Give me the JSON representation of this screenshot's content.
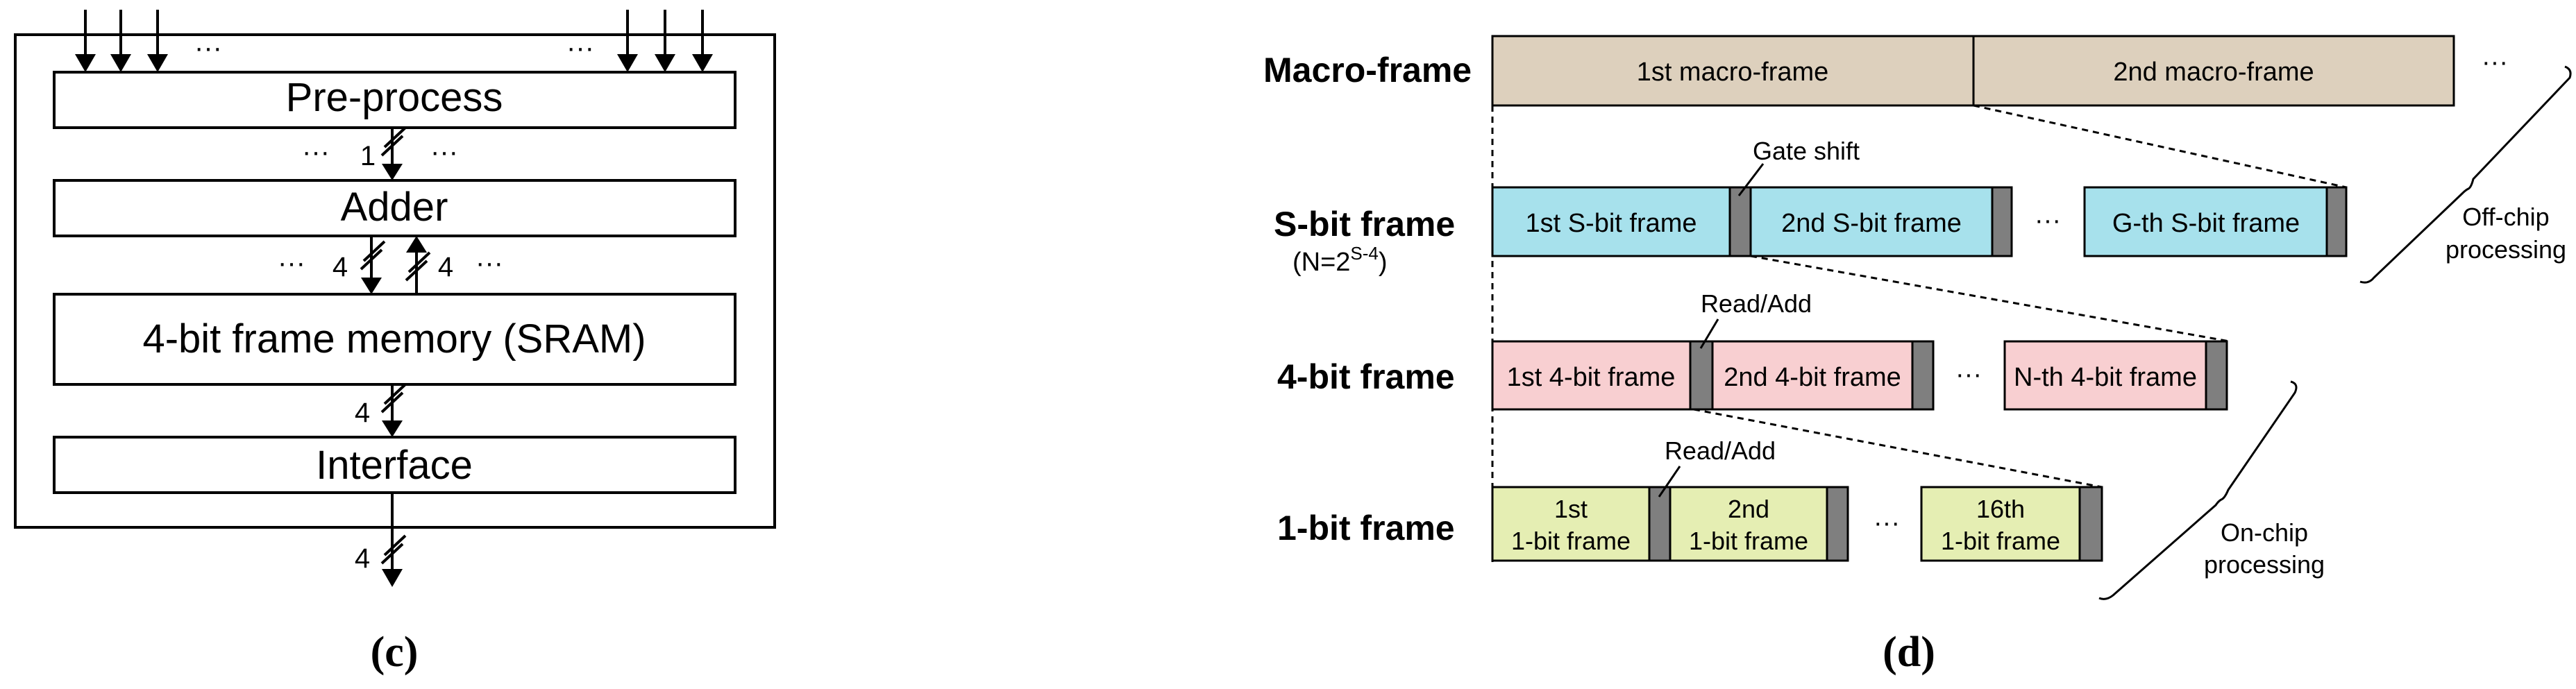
{
  "panel_c": {
    "blocks": {
      "preprocess": "Pre-process",
      "adder": "Adder",
      "memory": "4-bit frame memory (SRAM)",
      "interface": "Interface"
    },
    "bus_labels": {
      "pre_to_adder": "1",
      "adder_to_mem": "4",
      "mem_to_adder": "4",
      "mem_to_interface": "4",
      "output": "4"
    },
    "ellipsis": "···",
    "caption": "(c)"
  },
  "panel_d": {
    "row_labels": {
      "macro": "Macro-frame",
      "sbit": "S-bit frame",
      "sbit_note_prefix": "(N=2",
      "sbit_note_exp": "S-4",
      "sbit_note_suffix": ")",
      "fourbit": "4-bit frame",
      "onebit": "1-bit frame"
    },
    "macro_frames": [
      "1st macro-frame",
      "2nd macro-frame"
    ],
    "sbit_frames": [
      "1st S-bit frame",
      "2nd S-bit frame",
      "G-th S-bit frame"
    ],
    "fourbit_frames": [
      "1st 4-bit frame",
      "2nd 4-bit frame",
      "N-th 4-bit frame"
    ],
    "onebit_frames": [
      {
        "line1": "1st",
        "line2": "1-bit frame"
      },
      {
        "line1": "2nd",
        "line2": "1-bit frame"
      },
      {
        "line1": "16th",
        "line2": "1-bit frame"
      }
    ],
    "annotations": {
      "gate_shift": "Gate shift",
      "read_add_1": "Read/Add",
      "read_add_2": "Read/Add",
      "offchip_1": "Off-chip",
      "offchip_2": "processing",
      "onchip_1": "On-chip",
      "onchip_2": "processing"
    },
    "ellipsis": "···",
    "colors": {
      "macro": "#ddd0bd",
      "sbit": "#a7e1ec",
      "fourbit": "#f8cfd1",
      "onebit": "#e5eeb3",
      "gap": "#7f7f7f"
    },
    "caption": "(d)"
  }
}
